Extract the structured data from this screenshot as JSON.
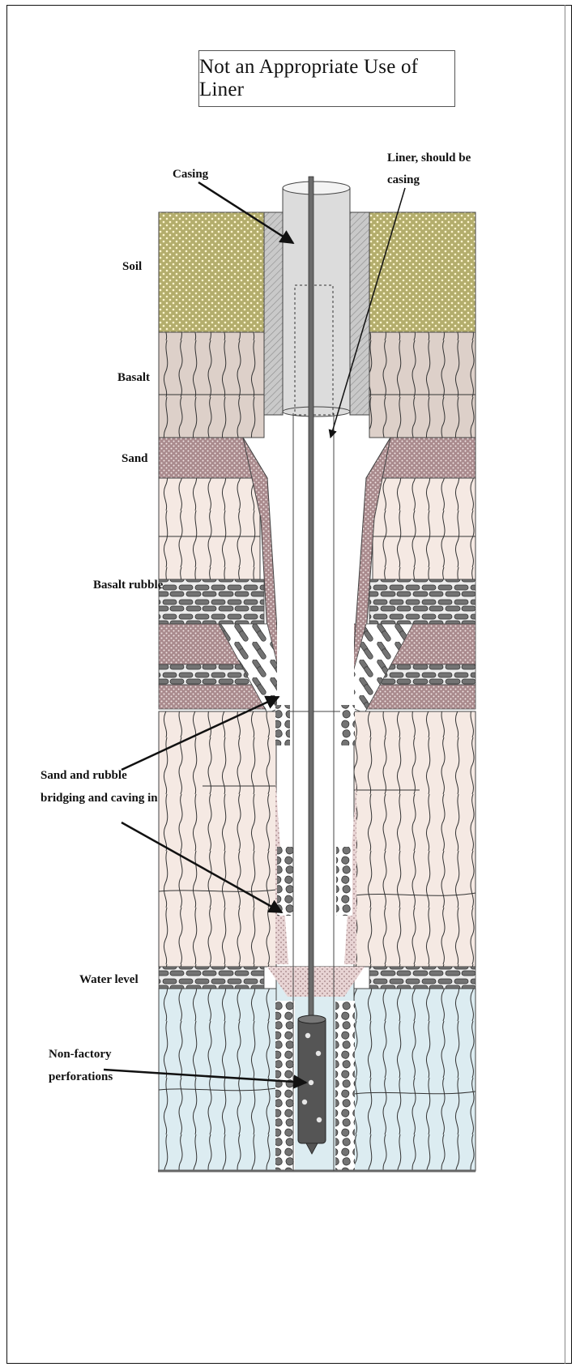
{
  "title": "Not an Appropriate Use of Liner",
  "layer_labels": {
    "soil": "Soil",
    "basalt": "Basalt",
    "sand": "Sand",
    "basalt_rubble": "Basalt rubble",
    "water_level": "Water level"
  },
  "callouts": {
    "casing": "Casing",
    "liner_line1": "Liner, should be",
    "liner_line2": "casing",
    "bridging_line1": "Sand and rubble",
    "bridging_line2": "bridging and caving in",
    "perf_line1": "Non-factory",
    "perf_line2": "perforations"
  },
  "colors": {
    "soil": "#b3ad6c",
    "basalt": "#ddd0c9",
    "basalt_light": "#f7ebe6",
    "sand": "#a98a8d",
    "rubble": "#737373",
    "water": "#dcecf1",
    "casing": "#d9d9d9",
    "pump": "#555555"
  }
}
